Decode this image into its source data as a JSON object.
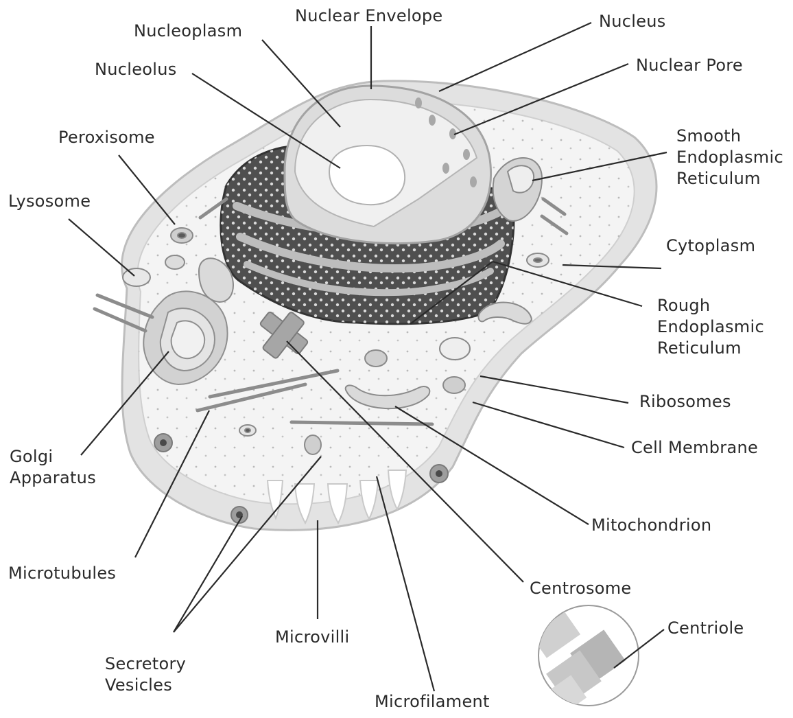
{
  "diagram": {
    "labels": {
      "nuclear_envelope": "Nuclear Envelope",
      "nucleoplasm": "Nucleoplasm",
      "nucleus": "Nucleus",
      "nucleolus": "Nucleolus",
      "nuclear_pore": "Nuclear Pore",
      "peroxisome": "Peroxisome",
      "smooth_er": [
        "Smooth",
        "Endoplasmic",
        "Reticulum"
      ],
      "lysosome": "Lysosome",
      "cytoplasm": "Cytoplasm",
      "rough_er": [
        "Rough",
        "Endoplasmic",
        "Reticulum"
      ],
      "ribosomes": "Ribosomes",
      "cell_membrane": "Cell Membrane",
      "golgi": [
        "Golgi",
        "Apparatus"
      ],
      "mitochondrion": "Mitochondrion",
      "microtubules": "Microtubules",
      "centrosome": "Centrosome",
      "microvilli": "Microvilli",
      "centriole": "Centriole",
      "secretory_vesicles": [
        "Secretory",
        "Vesicles"
      ],
      "microfilament": "Microfilament"
    },
    "colors": {
      "ink": "#2a2a2a",
      "cytoplasm": "#f3f3f3",
      "membrane": "#d9d9d9",
      "er_dark": "#4a4a4a",
      "nucleus": "#e6e6e6"
    }
  }
}
